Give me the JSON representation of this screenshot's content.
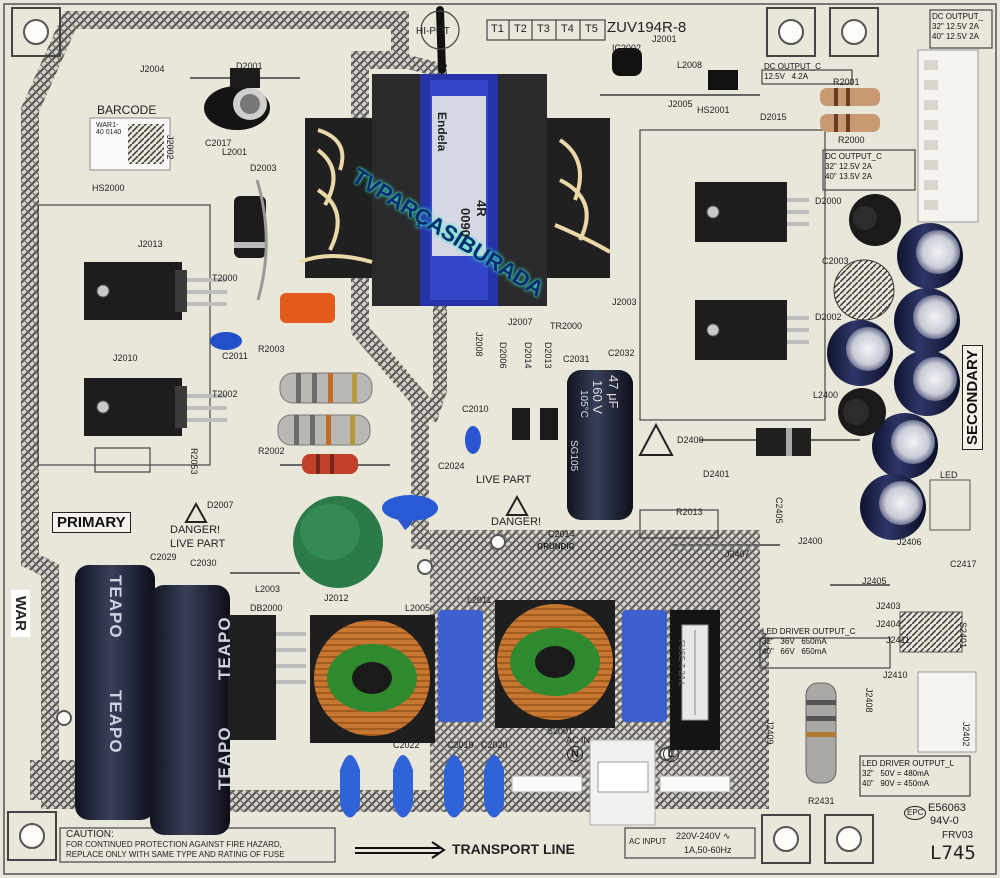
{
  "board": {
    "model": "ZUV194R-8",
    "test_points": [
      "T1",
      "T2",
      "T3",
      "T4",
      "T5"
    ],
    "barcode_label": "BARCODE",
    "sticker_text": "WAR1-40 0140",
    "hi_pot": "HI-POT",
    "watermark": "TVPARÇASIBURADA",
    "transformer_text": "Endela",
    "transformer_code": "4R",
    "transformer_num": "0090",
    "primary_label": "PRIMARY",
    "secondary_label": "SECONDARY",
    "danger_left": "DANGER!",
    "live_part_left": "LIVE PART",
    "danger_mid": "DANGER!",
    "live_part_mid": "LIVE PART",
    "brand_mark": "GRUNDIG",
    "war_label": "WAR",
    "cap_brand": "TEAPO",
    "caution_title": "CAUTION:",
    "caution_line1": "FOR CONTINUED PROTECTION   AGAINST FIRE HAZARD,",
    "caution_line2": "REPLACE ONLY WITH SAME  TYPE AND RATING OF FUSE",
    "transport": "TRANSPORT LINE",
    "ac_input_label": "AC INPUT",
    "ac_voltage": "220V-240V ∿",
    "ac_freq": "1A,50-60Hz",
    "ac_in": "AC IN",
    "neutral": "N",
    "line": "L",
    "cert": "E56063",
    "cert_rating": "94V-0",
    "frv": "FRV03",
    "epc": "EPC",
    "serial": "L745",
    "big_cap_marking": [
      "47 μF",
      "160 V",
      "105°C",
      "SG105"
    ],
    "fuse_text": "FUSE T 2A L"
  },
  "dc_output_top": {
    "title": "DC OUTPUT_",
    "rows": [
      [
        "32\"",
        "12.5V",
        "2A"
      ],
      [
        "40\"",
        "12.5V",
        "2A"
      ]
    ]
  },
  "dc_output_c": {
    "title": "DC OUTPUT_C",
    "rows": [
      [
        "12.5V",
        "4.2A"
      ]
    ]
  },
  "dc_output_c2": {
    "title": "DC OUTPUT_C",
    "rows": [
      [
        "32\"",
        "12.5V",
        "2A"
      ],
      [
        "40\"",
        "13.5V",
        "2A"
      ]
    ]
  },
  "led_driver_c": {
    "title": "LED DRIVER OUTPUT_C",
    "rows": [
      [
        "32\"",
        "36V",
        "650mA"
      ],
      [
        "40\"",
        "66V",
        "650mA"
      ]
    ]
  },
  "led_driver_l": {
    "title": "LED DRIVER OUTPUT_L",
    "rows": [
      [
        "32\"",
        "50V",
        "480mA"
      ],
      [
        "40\"",
        "90V",
        "450mA"
      ]
    ]
  },
  "refs": {
    "j2004": "J2004",
    "d2001": "D2001",
    "c2017": "C2017",
    "l2001": "L2001",
    "j2002": "J2002",
    "d2003": "D2003",
    "hs2000": "HS2000",
    "j2013": "J2013",
    "t2000": "T2000",
    "c2011": "C2011",
    "r2003": "R2003",
    "j2010": "J2010",
    "t2002": "T2002",
    "r2002": "R2002",
    "r2053": "R2053",
    "d2007": "D2007",
    "c2029": "C2029",
    "c2030": "C2030",
    "db2000": "DB2000",
    "l2003": "L2003",
    "j2012": "J2012",
    "l2005": "L2005",
    "l2011": "L2011",
    "s2001": "S2001",
    "c2019": "C2019",
    "c2020": "C2020",
    "c2022": "C2022",
    "ic2002": "IC2002",
    "j2001": "J2001",
    "l2008": "L2008",
    "j2005": "J2005",
    "hs2001": "HS2001",
    "r2001": "R2001",
    "r2000": "R2000",
    "d2015": "D2015",
    "d2000": "D2000",
    "c2003": "C2003",
    "d2002": "D2002",
    "l2400": "L2400",
    "j2003": "J2003",
    "j2007": "J2007",
    "tr2000": "TR2000",
    "j2008": "J2008",
    "d2006": "D2006",
    "d2014": "D2014",
    "d2013": "D2013",
    "c2031": "C2031",
    "c2032": "C2032",
    "c2010": "C2010",
    "c2024": "C2024",
    "c2014": "C2014",
    "d2400": "D2400",
    "d2401": "D2401",
    "r2013": "R2013",
    "j2407": "J2407",
    "c2405": "C2405",
    "j2400": "J2400",
    "j2405": "J2405",
    "j2403": "J2403",
    "c2417": "C2417",
    "j2404": "J2404",
    "j2411": "J2411",
    "s2401": "S2401",
    "j2410": "J2410",
    "j2408": "J2408",
    "j2409": "J2409",
    "r2431": "R2431",
    "j2402": "J2402",
    "j2406": "J2406",
    "led": "LED"
  }
}
